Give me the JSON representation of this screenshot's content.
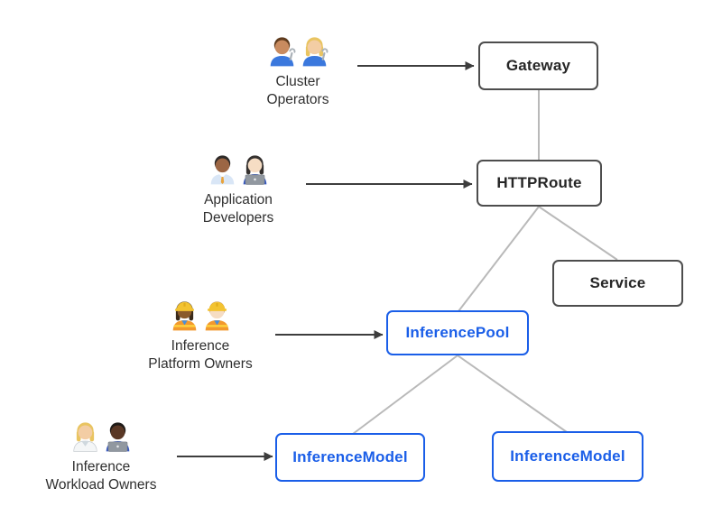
{
  "diagram": {
    "actors": [
      {
        "id": "cluster-operators",
        "label_lines": [
          "Cluster",
          "Operators"
        ],
        "emoji": "👨🏽‍🔧👩🏼‍🔧",
        "icons": [
          "man-mechanic",
          "woman-mechanic"
        ],
        "points_to": "Gateway"
      },
      {
        "id": "application-developers",
        "label_lines": [
          "Application",
          "Developers"
        ],
        "emoji": "👨🏾‍💼👩🏻‍💻",
        "icons": [
          "man-office-worker",
          "woman-technologist"
        ],
        "points_to": "HTTPRoute"
      },
      {
        "id": "inference-platform-owners",
        "label_lines": [
          "Inference",
          "Platform Owners"
        ],
        "emoji": "👷🏿‍♀️👷🏻",
        "icons": [
          "woman-construction-worker",
          "man-construction-worker"
        ],
        "points_to": "InferencePool"
      },
      {
        "id": "inference-workload-owners",
        "label_lines": [
          "Inference",
          "Workload Owners"
        ],
        "emoji": "🧑🏼‍⚕️👨🏿‍💻",
        "icons": [
          "health-worker",
          "man-technologist"
        ],
        "points_to": "InferenceModel"
      }
    ],
    "nodes": [
      {
        "id": "gateway",
        "label": "Gateway",
        "variant": "core"
      },
      {
        "id": "httproute",
        "label": "HTTPRoute",
        "variant": "core"
      },
      {
        "id": "service",
        "label": "Service",
        "variant": "core"
      },
      {
        "id": "inferencepool",
        "label": "InferencePool",
        "variant": "extension"
      },
      {
        "id": "inferencemodel-left",
        "label": "InferenceModel",
        "variant": "extension"
      },
      {
        "id": "inferencemodel-right",
        "label": "InferenceModel",
        "variant": "extension"
      }
    ],
    "edges": [
      {
        "from": "Gateway",
        "to": "HTTPRoute"
      },
      {
        "from": "HTTPRoute",
        "to": "Service"
      },
      {
        "from": "HTTPRoute",
        "to": "InferencePool"
      },
      {
        "from": "InferencePool",
        "to": "InferenceModel (left)"
      },
      {
        "from": "InferencePool",
        "to": "InferenceModel (right)"
      }
    ],
    "colors": {
      "core_border": "#4d4d4d",
      "core_text": "#262626",
      "extension_blue": "#1a5ee8",
      "connector_gray": "#b9b9b9",
      "arrow_dark": "#3d3d3d"
    }
  }
}
